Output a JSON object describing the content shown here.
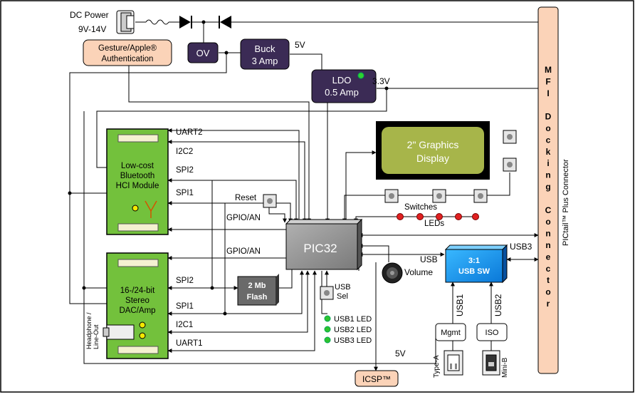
{
  "power": {
    "dc_label_1": "DC Power",
    "dc_label_2": "9V-14V",
    "ov": "OV",
    "buck_1": "Buck",
    "buck_2": "3 Amp",
    "rail_5v": "5V",
    "ldo_1": "LDO",
    "ldo_2": "0.5 Amp",
    "rail_3v3": "3.3V"
  },
  "gesture": {
    "line1": "Gesture/Apple®",
    "line2": "Authentication"
  },
  "bluetooth": {
    "line1": "Low-cost",
    "line2": "Bluetooth",
    "line3": "HCI Module",
    "uart2": "UART2",
    "i2c2": "I2C2",
    "spi2": "SPI2",
    "spi1": "SPI1",
    "gpio": "GPIO/AN"
  },
  "dac": {
    "line1": "16-/24-bit",
    "line2": "Stereo",
    "line3": "DAC/Amp",
    "gpio": "GPIO/AN",
    "spi2": "SPI2",
    "spi1": "SPI1",
    "i2c1": "I2C1",
    "uart1": "UART1",
    "headphone_1": "Headphone /",
    "headphone_2": "Line-Out"
  },
  "display": {
    "line1": "2\" Graphics",
    "line2": "Display"
  },
  "pic32": "PIC32",
  "reset": "Reset",
  "switches": "Switches",
  "leds": "LEDs",
  "flash": {
    "line1": "2 Mb",
    "line2": "Flash"
  },
  "usb_sel": {
    "line1": "USB",
    "line2": "Sel"
  },
  "status_leds": [
    "USB1 LED",
    "USB2 LED",
    "USB3 LED"
  ],
  "icsp": "ICSP™",
  "rail_5v_bottom": "5V",
  "usb_label": "USB",
  "volume": "Volume",
  "usb_sw": {
    "line1": "3:1",
    "line2": "USB SW"
  },
  "usb3": "USB3",
  "usb1": "USB1",
  "usb2": "USB2",
  "mgmt": "Mgmt",
  "iso": "ISO",
  "type_a": "Type-A",
  "mini_b": "Mini-B",
  "mfi": [
    "M",
    "F",
    "I",
    "",
    "D",
    "o",
    "c",
    "k",
    "i",
    "n",
    "g",
    "",
    "C",
    "o",
    "n",
    "n",
    "e",
    "c",
    "t",
    "o",
    "r"
  ],
  "pictail": "PICtail™ Plus Connector"
}
